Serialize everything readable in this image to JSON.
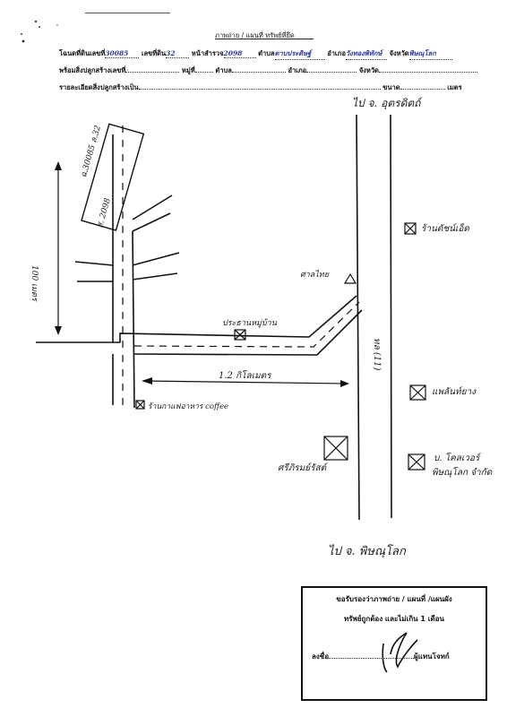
{
  "header": {
    "title": "ภาพถ่าย / แผนที่ ทรัพย์ที่ยึด"
  },
  "form": {
    "row1": {
      "deed_label": "โฉนดที่ดินเลขที่",
      "deed_value": "30085",
      "land_no_label": "เลขที่ดิน",
      "land_no_value": "32",
      "survey_label": "หน้าสำรวจ",
      "survey_value": "2098",
      "subdistrict_label": "ตำบล",
      "subdistrict_value": "ดาบประดิษฐ์",
      "district_label": "อำเภอ",
      "district_value": "วังทองพิทักษ์",
      "province_label": "จังหวัด",
      "province_value": "พิษณุโลก"
    },
    "row2": {
      "building_label": "พร้อมสิ่งปลูกสร้างเลขที่",
      "village_label": "หมู่ที่",
      "subdistrict_label": "ตำบล",
      "district_label": "อำเภอ",
      "province_label": "จังหวัด"
    },
    "row3": {
      "detail_label": "รายละเอียดสิ่งปลูกสร้างเป็น",
      "size_label": "ขนาด",
      "unit_label": "เมตร"
    }
  },
  "map": {
    "to_north": "ไป จ. อุตรดิตถ์",
    "to_south": "ไป จ. พิษณุโลก",
    "parcel_label_1": "ฉ.30085 ล.32",
    "parcel_label_2": "ส. 2098",
    "distance_vertical": "100 เมตร",
    "distance_horizontal": "1.2 กิโลเมตร",
    "highway_label": "ทล (11)",
    "landmarks": {
      "shrine": "ศาลไทย",
      "village_headman": "ประธานหมู่บ้าน",
      "coffee_shop": "ร้านกาแฟอาหาร coffee",
      "hardware_shop": "ร้านดัชน์เอ็ด",
      "wall_store": "แพลันท์ยาง",
      "cafe_sri": "ศรีภิรมย์รัสต์",
      "company": "บ. โคลเวอร์",
      "company_2": "พิษณุโลก จำกัด"
    }
  },
  "stamp": {
    "line1": "ขอรับรองว่าภาพถ่าย / แผนที่ /แผนผัง",
    "line2": "ทรัพย์ถูกต้อง และไม่เกิน 1 เดือน",
    "sign_label": "ลงชื่อ",
    "role_label": "ผู้แทนโจทก์"
  }
}
